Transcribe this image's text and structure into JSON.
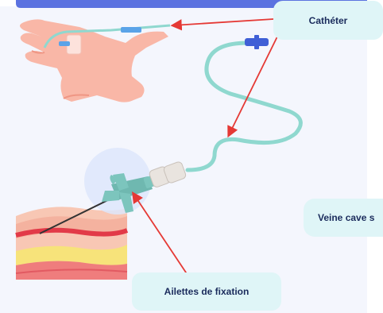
{
  "labels": {
    "catheter": "Cathéter",
    "veine": "Veine cave s",
    "ailettes": "Ailettes de fixation"
  },
  "colors": {
    "background_panel": "#f4f6fd",
    "top_bar": "#5b72e0",
    "label_bg": "#dff5f7",
    "label_text": "#1a2b5c",
    "arrow": "#e53935",
    "tube": "#8fd8cf",
    "skin": "#f6a99b",
    "vein": "#e23a48",
    "fat": "#f7e37a",
    "catheter_wings": "#6fb8b0",
    "connector": "#3f5fd6"
  },
  "icons": [
    "hand-illustration",
    "iv-tube-illustration",
    "skin-cross-section-illustration",
    "butterfly-catheter-illustration"
  ]
}
